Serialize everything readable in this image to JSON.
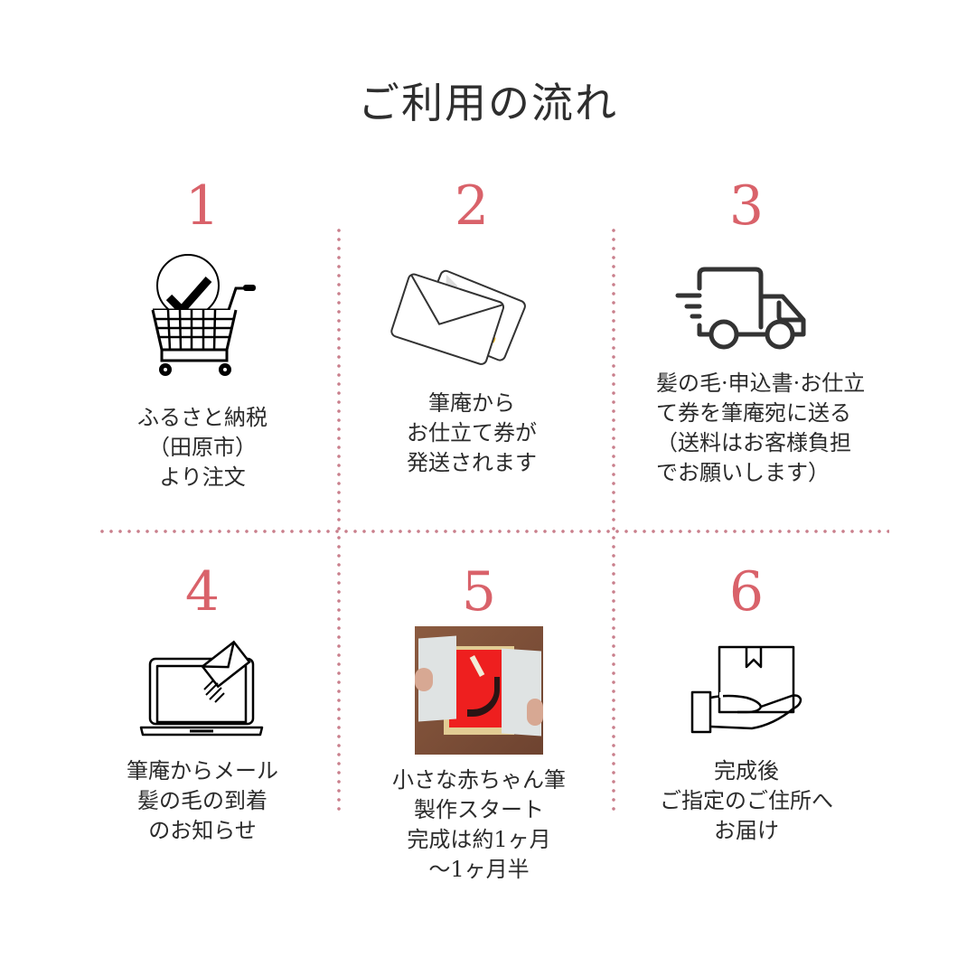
{
  "title": "ご利用の流れ",
  "colors": {
    "accent": "#d9626a",
    "divider": "#c97f8c",
    "text": "#2b2b2b"
  },
  "steps": [
    {
      "number": "1",
      "icon": "shopping-cart-check-icon",
      "text": "ふるさと納税\n（田原市）\nより注文"
    },
    {
      "number": "2",
      "icon": "envelope-card-icon",
      "text": "筆庵から\nお仕立て券が\n発送されます"
    },
    {
      "number": "3",
      "icon": "delivery-truck-icon",
      "text": "髪の毛·申込書·お仕立\nて券を筆庵宛に送る\n（送料はお客様負担\nでお願いします）"
    },
    {
      "number": "4",
      "icon": "laptop-mail-icon",
      "text": "筆庵からメール\n髪の毛の到着\nのお知らせ"
    },
    {
      "number": "5",
      "icon": "baby-brush-photo",
      "text": "小さな赤ちゃん筆\n製作スタート\n完成は約1ヶ月\n～1ヶ月半"
    },
    {
      "number": "6",
      "icon": "hand-package-icon",
      "text": "完成後\nご指定のご住所へ\nお届け"
    }
  ]
}
